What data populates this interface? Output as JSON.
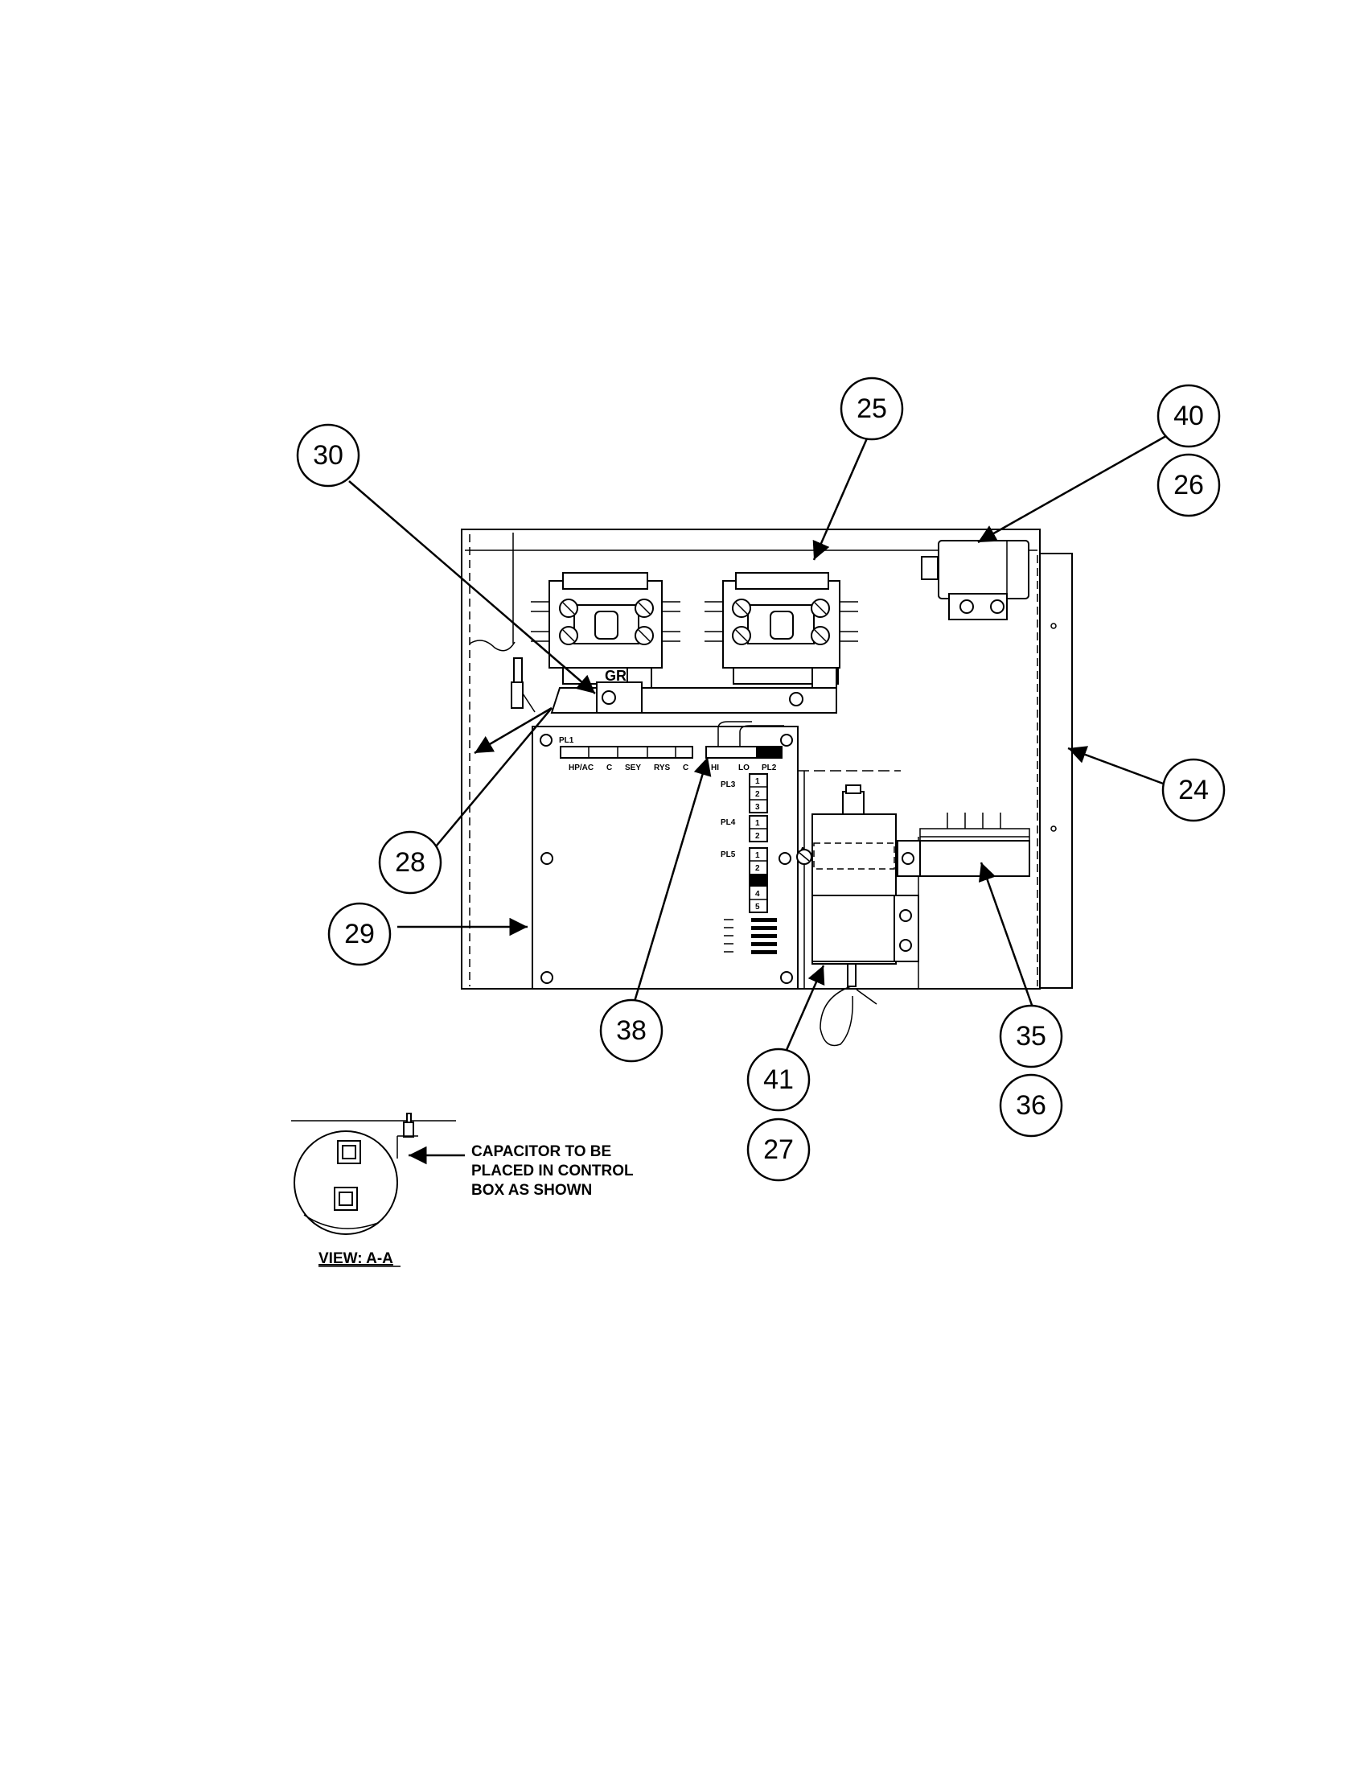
{
  "callouts": {
    "c24": "24",
    "c25": "25",
    "c26": "26",
    "c27": "27",
    "c28": "28",
    "c29": "29",
    "c30": "30",
    "c35": "35",
    "c36": "36",
    "c38": "38",
    "c40": "40",
    "c41": "41"
  },
  "board_labels": {
    "pl1": "PL1",
    "hp_ac": "HP/AC",
    "c1": "C",
    "sey": "SEY",
    "rys": "RYS",
    "c2": "C",
    "hi": "HI",
    "lo": "LO",
    "pl2": "PL2",
    "pl3": "PL3",
    "pl4": "PL4",
    "pl5": "PL5",
    "gr": "GR",
    "a_left": "A",
    "a_right": "A",
    "pin1": "1",
    "pin2": "2",
    "pin3": "3",
    "pin4": "4",
    "pin5": "5"
  },
  "note": {
    "line1": "CAPACITOR TO BE",
    "line2": "PLACED IN CONTROL",
    "line3": "BOX AS SHOWN"
  },
  "view_label": "VIEW: A-A"
}
